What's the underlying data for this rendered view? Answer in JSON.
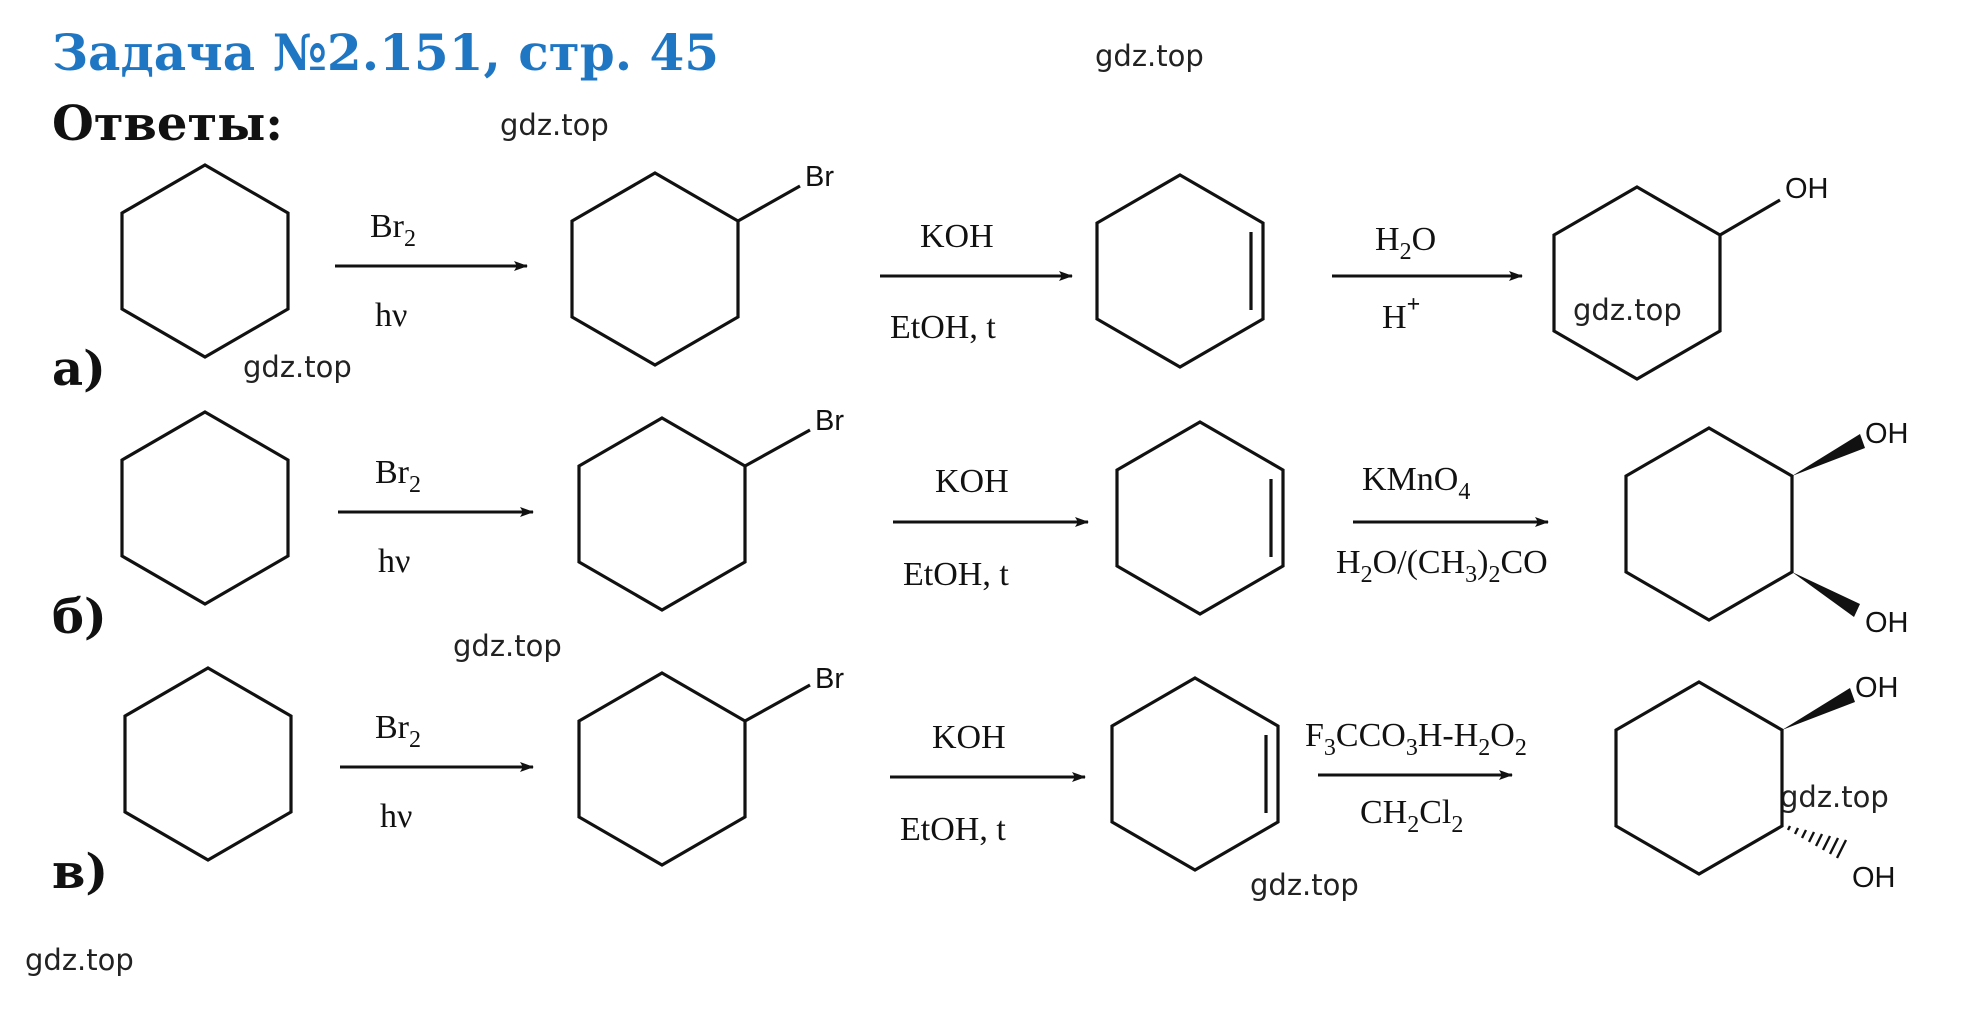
{
  "header": {
    "title": "Задача №2.151, стр. 45",
    "answers": "Ответы:"
  },
  "watermark": "gdz.top",
  "rows": [
    {
      "label": "а)",
      "steps": [
        {
          "above": "Br",
          "above_sub": "2",
          "below": "hν"
        },
        {
          "above": "KOH",
          "below": "EtOH, t"
        },
        {
          "above_html": [
            "H",
            "2",
            "O"
          ],
          "below": "H",
          "below_sup": "+"
        }
      ],
      "atoms": {
        "br": "Br",
        "oh": "OH"
      }
    },
    {
      "label": "б)",
      "steps": [
        {
          "above": "Br",
          "above_sub": "2",
          "below": "hν"
        },
        {
          "above": "KOH",
          "below": "EtOH, t"
        },
        {
          "above": "KMnO",
          "above_sub": "4",
          "below": "H2O/(CH3)2CO"
        }
      ],
      "atoms": {
        "br": "Br",
        "oh1": "OH",
        "oh2": "OH"
      }
    },
    {
      "label": "в)",
      "steps": [
        {
          "above": "Br",
          "above_sub": "2",
          "below": "hν"
        },
        {
          "above": "KOH",
          "below": "EtOH, t"
        },
        {
          "above": "F3CCO3H-H2O2",
          "below": "CH2Cl2"
        }
      ],
      "atoms": {
        "br": "Br",
        "oh1": "OH",
        "oh2": "OH"
      }
    }
  ]
}
